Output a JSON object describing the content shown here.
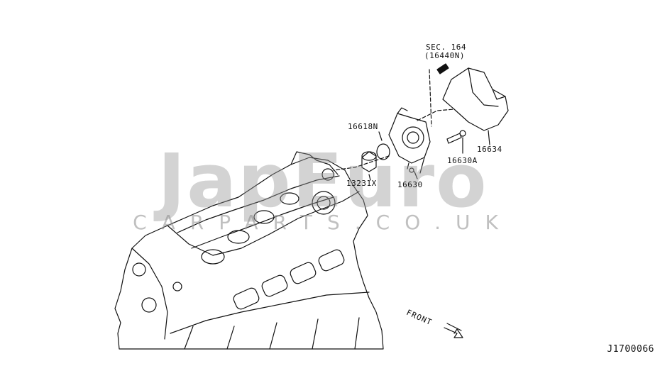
{
  "watermark": {
    "main": "JapEuro",
    "sub": "CARPARTS.CO.UK"
  },
  "diagram_code": "J1700066",
  "front_label": "FRONT",
  "section_ref": {
    "line1": "SEC. 164",
    "line2": "(16440N)"
  },
  "callouts": [
    {
      "id": "c-16618n",
      "text": "16618N"
    },
    {
      "id": "c-13231x",
      "text": "13231X"
    },
    {
      "id": "c-16630",
      "text": "16630"
    },
    {
      "id": "c-16630a",
      "text": "16630A"
    },
    {
      "id": "c-16634",
      "text": "16634"
    }
  ]
}
